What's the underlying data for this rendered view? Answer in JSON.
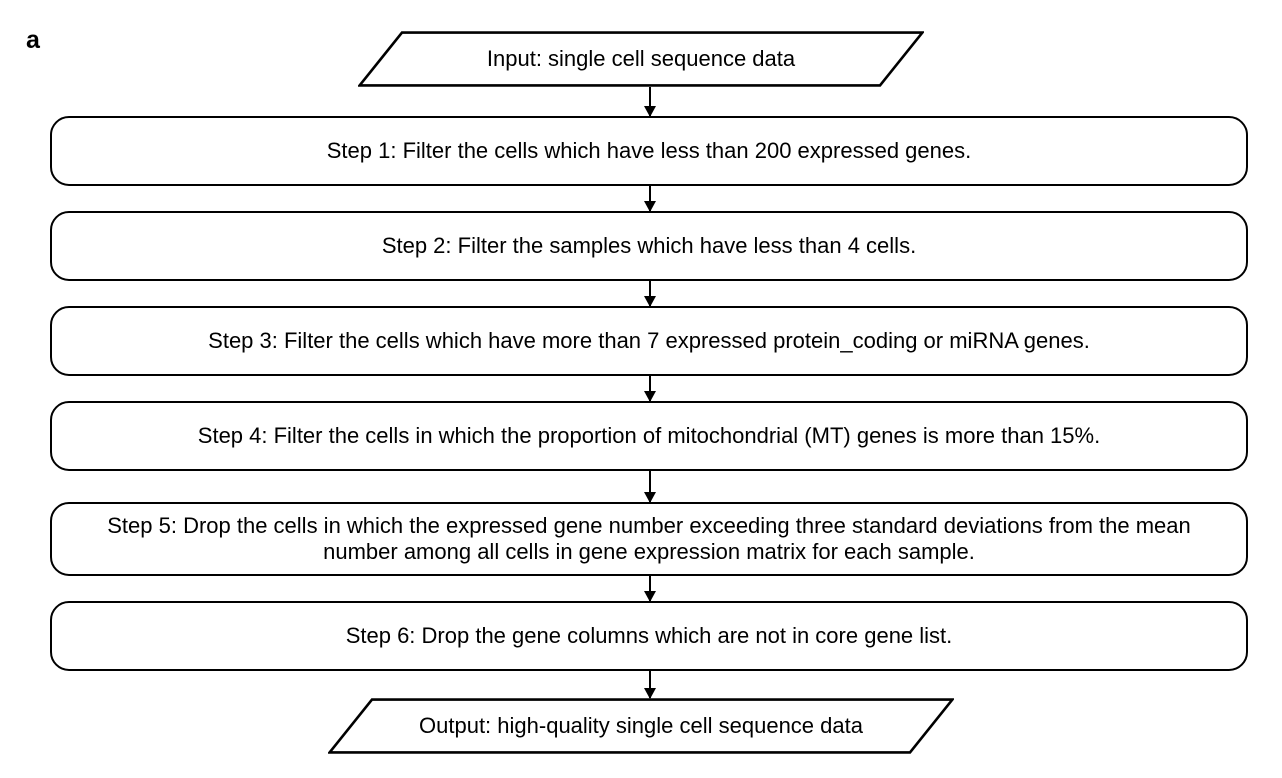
{
  "figure": {
    "panel_label": "a",
    "type": "flowchart",
    "orientation": "top-to-bottom"
  },
  "nodes": {
    "input": {
      "shape": "parallelogram",
      "text": "Input: single cell sequence data"
    },
    "steps": [
      {
        "shape": "rounded-rectangle",
        "text": "Step 1: Filter the cells which have less than 200 expressed genes."
      },
      {
        "shape": "rounded-rectangle",
        "text": "Step 2:  Filter the samples which have less than 4 cells."
      },
      {
        "shape": "rounded-rectangle",
        "text": "Step 3: Filter the cells which have more than 7 expressed protein_coding or miRNA genes."
      },
      {
        "shape": "rounded-rectangle",
        "text": "Step 4: Filter the cells in which the proportion of mitochondrial (MT) genes is more than 15%."
      },
      {
        "shape": "rounded-rectangle",
        "text": "Step 5: Drop the cells in which the expressed gene number exceeding three standard deviations from the mean number among all cells in gene expression matrix for each sample."
      },
      {
        "shape": "rounded-rectangle",
        "text": "Step 6: Drop the gene columns which are not in core gene list."
      }
    ],
    "output": {
      "shape": "parallelogram",
      "text": "Output: high-quality single cell sequence data"
    }
  },
  "connectors": {
    "count": 7,
    "style": "solid-line-with-arrowhead",
    "direction": "down"
  },
  "colors": {
    "stroke": "#000000",
    "fill": "#ffffff",
    "text": "#000000",
    "background": "#ffffff"
  }
}
